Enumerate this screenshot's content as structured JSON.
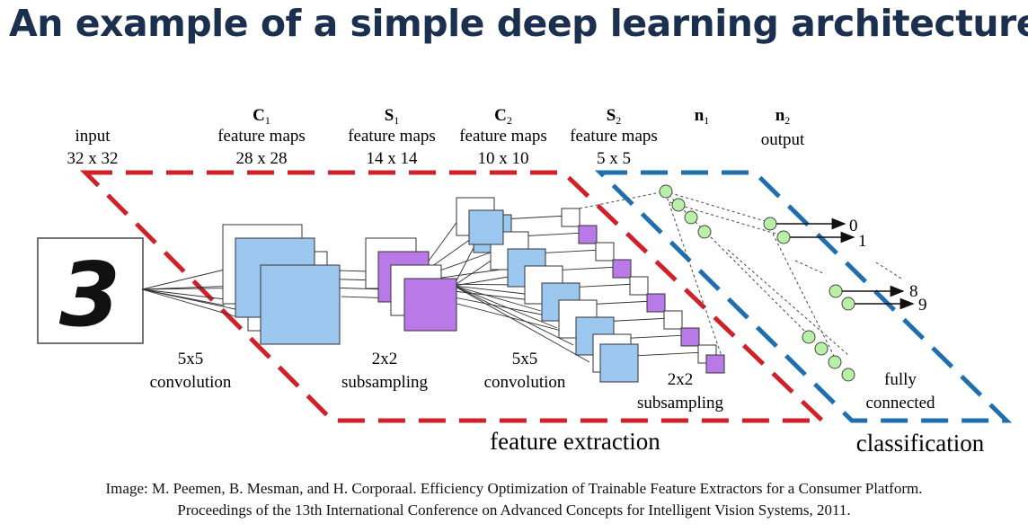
{
  "title": "An example of a simple deep learning architecture",
  "layers": [
    {
      "id": "input",
      "name": "",
      "sub": "",
      "l1": "input",
      "l2": "32 x 32"
    },
    {
      "id": "c1",
      "name": "C",
      "sub": "1",
      "l1": "feature maps",
      "l2": "28 x 28"
    },
    {
      "id": "s1",
      "name": "S",
      "sub": "1",
      "l1": "feature maps",
      "l2": "14 x 14"
    },
    {
      "id": "c2",
      "name": "C",
      "sub": "2",
      "l1": "feature maps",
      "l2": "10 x 10"
    },
    {
      "id": "s2",
      "name": "S",
      "sub": "2",
      "l1": "feature maps",
      "l2": "5 x 5"
    },
    {
      "id": "n1",
      "name": "n",
      "sub": "1",
      "l1": "",
      "l2": ""
    },
    {
      "id": "n2",
      "name": "n",
      "sub": "2",
      "l1": "output",
      "l2": ""
    }
  ],
  "operations": {
    "conv1": [
      "5x5",
      "convolution"
    ],
    "sub1": [
      "2x2",
      "subsampling"
    ],
    "conv2": [
      "5x5",
      "convolution"
    ],
    "sub2": [
      "2x2",
      "subsampling"
    ],
    "fc": [
      "fully",
      "connected"
    ]
  },
  "groups": {
    "feature_extraction": "feature extraction",
    "classification": "classification"
  },
  "outputs": [
    "0",
    "1",
    "8",
    "9"
  ],
  "input_digit": "3",
  "colors": {
    "title": "#1b2f4e",
    "red_dash": "#d0202a",
    "blue_dash": "#1f6fb0",
    "map_blue": "#9cc7ef",
    "map_purple": "#b97ae8",
    "neuron": "#b9f0a8"
  },
  "citation": [
    "Image: M. Peemen, B. Mesman, and H. Corporaal. Efficiency Optimization of Trainable Feature Extractors for a Consumer Platform.",
    "Proceedings of the 13th International Conference on Advanced Concepts for Intelligent Vision Systems, 2011."
  ]
}
